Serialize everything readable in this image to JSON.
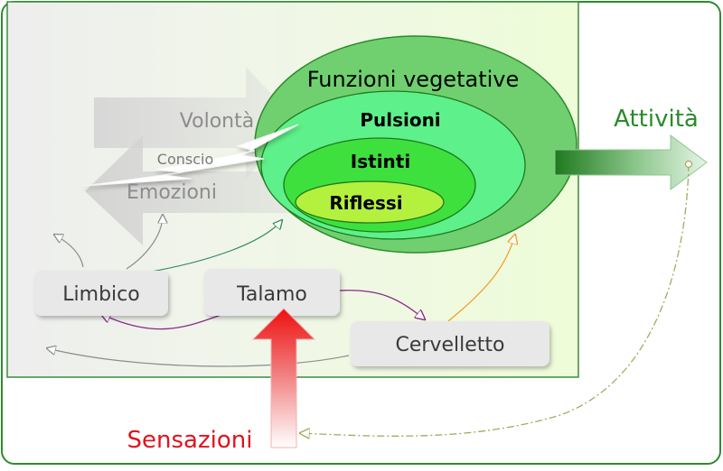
{
  "labels": {
    "vegetative": "Funzioni vegetative",
    "pulsioni": "Pulsioni",
    "istinti": "Istinti",
    "riflessi": "Riflessi",
    "volonta": "Volontà",
    "conscio": "Conscio",
    "emozioni": "Emozioni",
    "attivita": "Attività",
    "limbico": "Limbico",
    "talamo": "Talamo",
    "cervelletto": "Cervelletto",
    "sensazioni": "Sensazioni"
  },
  "colors": {
    "outer_border": "#2e8b2e",
    "panel_fill": "#f0fbe2",
    "panel_border": "#3a8d3a",
    "ellipse_outer": "#6ecf6e",
    "ellipse_pulsioni": "#5ef08a",
    "ellipse_istinti": "#3ee03e",
    "ellipse_riflessi": "#b2f03c",
    "ellipse_stroke": "#1e7a1e",
    "attivita_text": "#2a8a2a",
    "gray_text": "#8c8c8c",
    "box_fill": "#e8e8e8",
    "sensazioni_text": "#e0141e",
    "arrow_red": "#ee1a1a",
    "purple": "#8a2a8a",
    "orange": "#f0a030",
    "olive": "#a8a860",
    "green_line": "#2e8b57"
  }
}
